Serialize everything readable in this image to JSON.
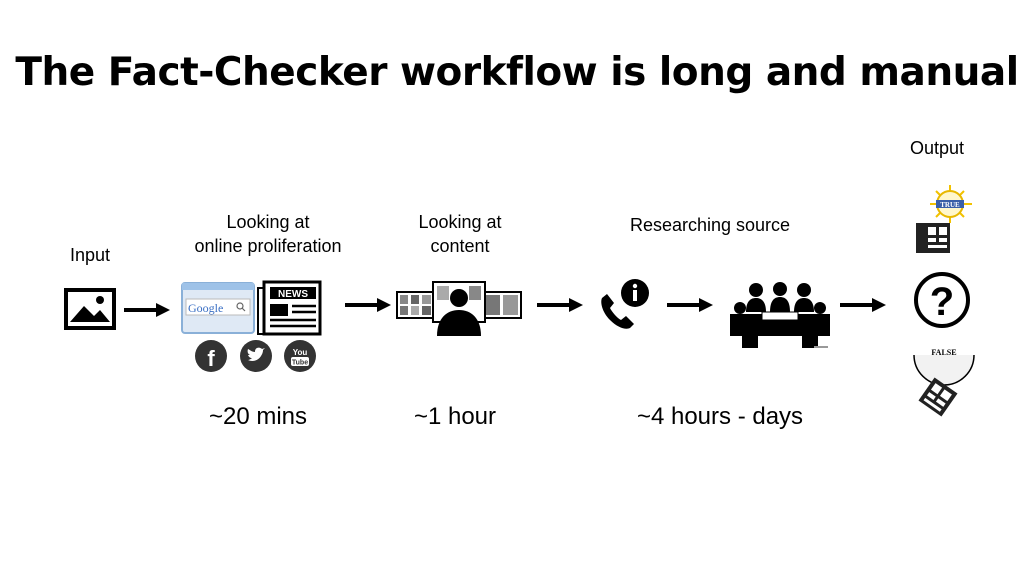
{
  "title": "The Fact-Checker workflow is long and manual",
  "stages": {
    "input": {
      "label": "Input"
    },
    "online": {
      "label_line1": "Looking at",
      "label_line2": "online proliferation",
      "time": "~20 mins"
    },
    "content": {
      "label_line1": "Looking at",
      "label_line2": "content",
      "time": "~1 hour"
    },
    "research": {
      "label": "Researching source",
      "time": "~4 hours - days"
    },
    "output": {
      "label": "Output"
    }
  },
  "icons": {
    "image": "image-icon",
    "google": "google-search-icon",
    "news": "newspaper-icon",
    "facebook": "facebook-icon",
    "twitter": "twitter-icon",
    "youtube": "youtube-icon",
    "content": "content-review-icon",
    "phone": "phone-info-icon",
    "meeting": "meeting-icon",
    "true": "true-stamp-icon",
    "question": "question-icon",
    "false": "false-stamp-icon"
  },
  "icon_text": {
    "google": "Google",
    "news": "NEWS",
    "youtube_top": "You",
    "youtube_bottom": "Tube",
    "true_stamp": "TRUE",
    "false_stamp": "FALSE"
  }
}
